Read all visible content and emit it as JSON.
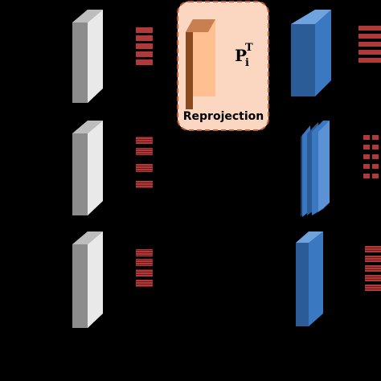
{
  "reprojection": {
    "label": "Reprojection",
    "symbol_base": "P",
    "symbol_sub": "i",
    "symbol_sup": "T"
  },
  "colors": {
    "background": "#000000",
    "gray_front": "#e6e6e6",
    "gray_side": "#8c8c8c",
    "gray_top": "#bdbdbd",
    "blue_front": "#3a78c2",
    "blue_side": "#1a3f6e",
    "blue_top": "#6fa3dd",
    "red_bar": "#b03a3a",
    "red_stripe": "#6e1a1a",
    "box_fill": "#fbd7c2",
    "box_border": "#c65a2e",
    "orange_front": "#ffbf90",
    "orange_side": "#8a4a20"
  }
}
